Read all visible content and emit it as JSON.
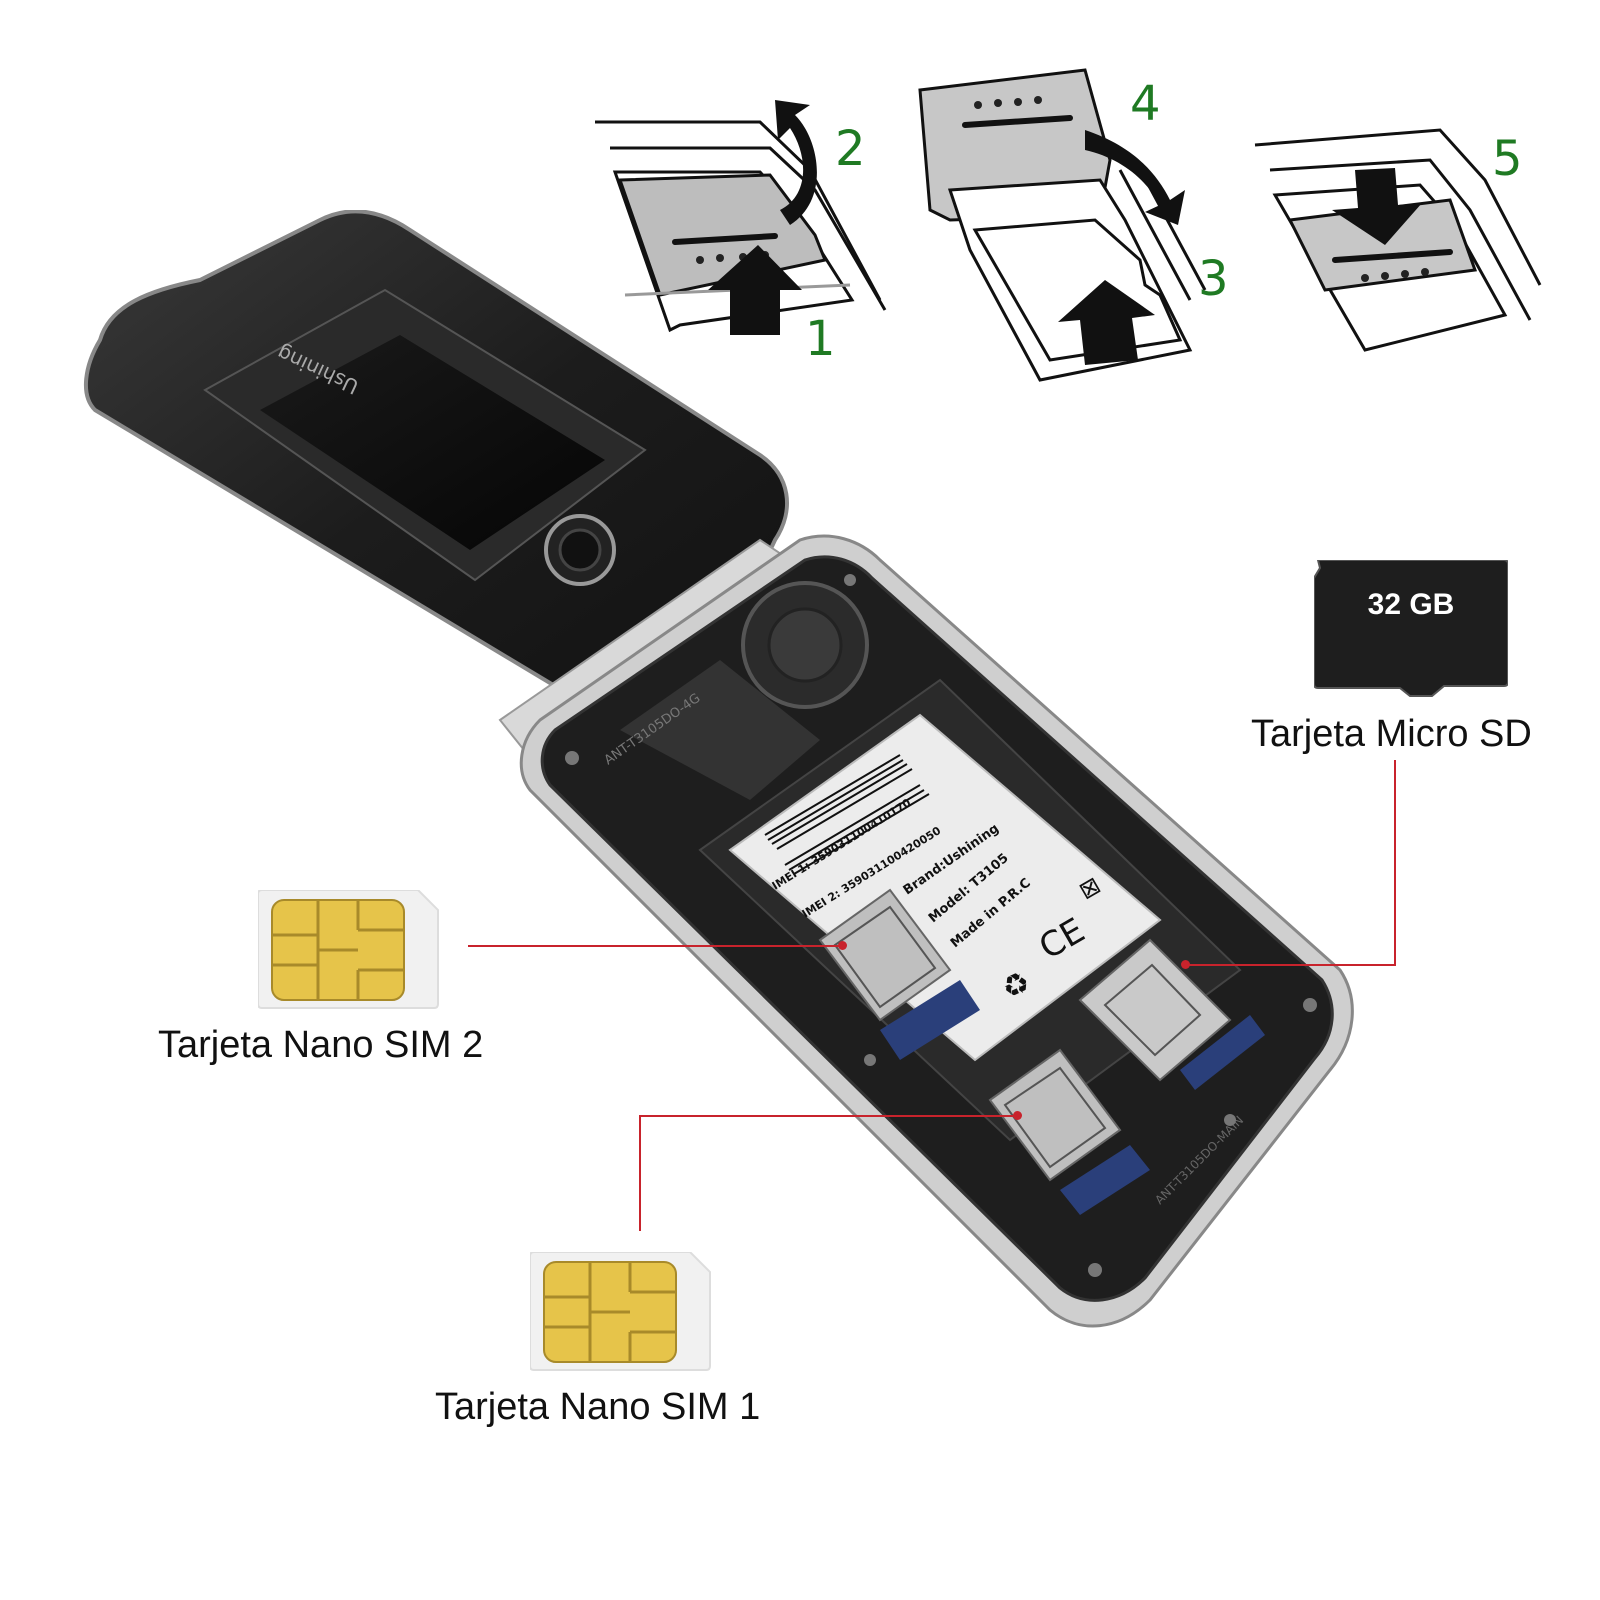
{
  "diagram": {
    "steps": [
      "1",
      "2",
      "3",
      "4",
      "5"
    ],
    "step_color": "#1f7a23"
  },
  "labels": {
    "micro_sd": "Tarjeta Micro SD",
    "nano_sim_2": "Tarjeta Nano SIM 2",
    "nano_sim_1": "Tarjeta Nano SIM 1"
  },
  "sd_card": {
    "capacity": "32 GB"
  },
  "phone": {
    "brand_logo": "Ushining",
    "antenna_mark": "ANT-T3105DO-4G",
    "pcb_mark": "ANT-T3105DO-MAIN",
    "sticker": {
      "imei_1": "IMEI 1: 359031100410170",
      "imei_2": "IMEI 2: 359031100420050",
      "brand": "Brand:Ushining",
      "model": "Model: T3105",
      "origin": "Made in P.R.C",
      "ce": "CE"
    }
  },
  "colors": {
    "pointer": "#c8232c",
    "sim_gold": "#e6c44a",
    "phone_body": "#1b1b1b"
  }
}
